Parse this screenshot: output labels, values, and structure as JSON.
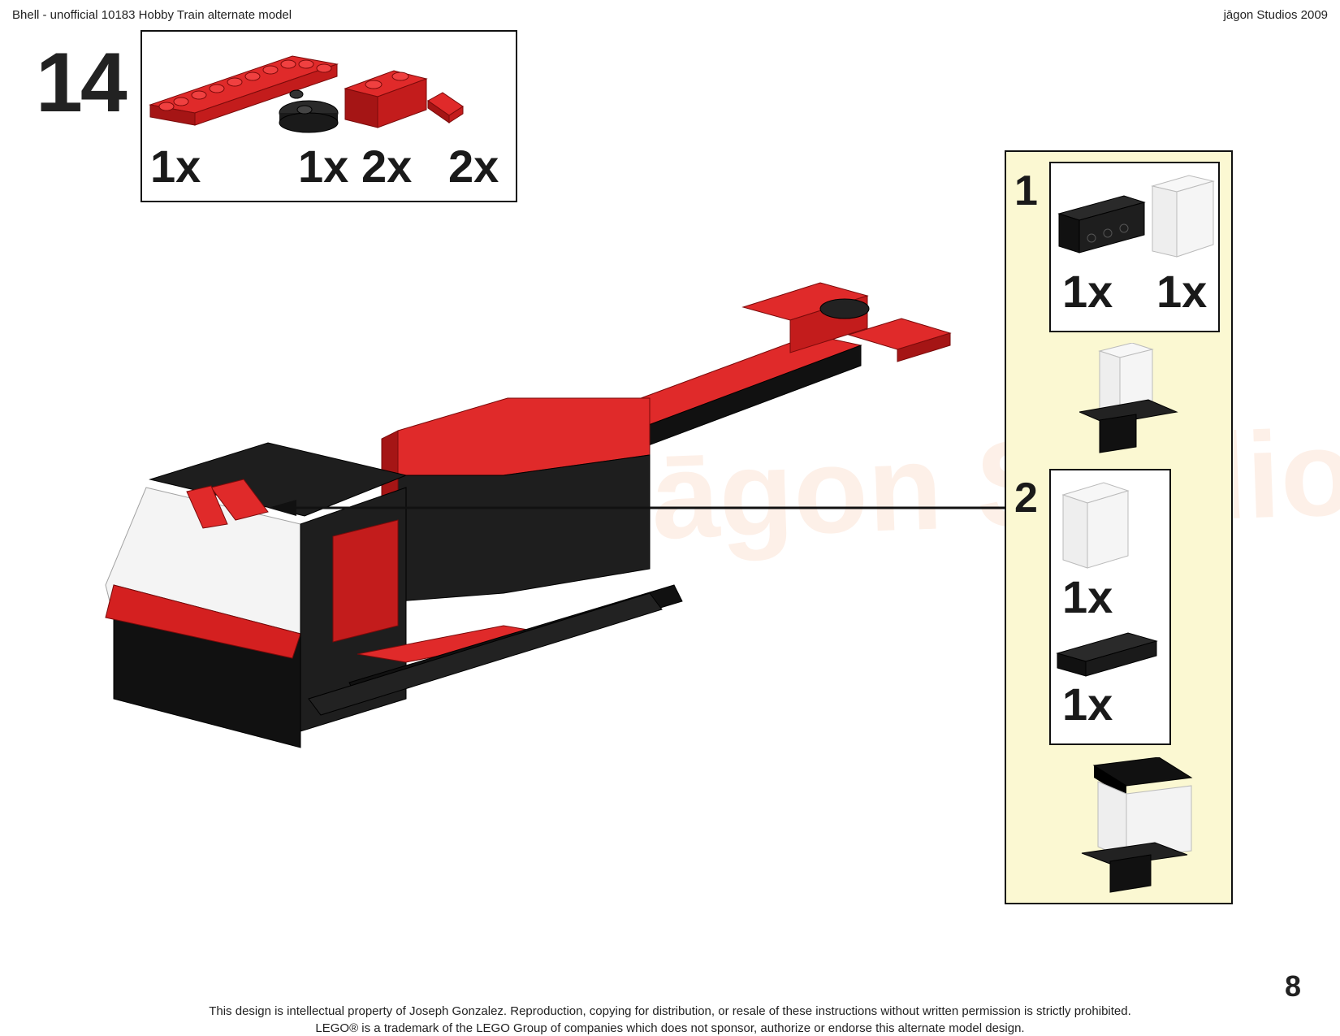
{
  "header": {
    "title": "Bhell - unofficial 10183 Hobby Train alternate model",
    "studio": "jāgon Studios 2009"
  },
  "step": {
    "number": "14",
    "parts": [
      {
        "qty": "1x",
        "color": "red"
      },
      {
        "qty": "1x",
        "color": "black"
      },
      {
        "qty": "2x",
        "color": "red"
      },
      {
        "qty": "2x",
        "color": "red"
      }
    ]
  },
  "subassembly": {
    "steps": [
      {
        "number": "1",
        "parts": [
          {
            "qty": "1x"
          },
          {
            "qty": "1x"
          }
        ]
      },
      {
        "number": "2",
        "parts": [
          {
            "qty": "1x"
          },
          {
            "qty": "1x"
          }
        ]
      }
    ]
  },
  "watermark": "jāgon Studios",
  "page_number": "8",
  "footer": {
    "line1": "This design is intellectual property of Joseph Gonzalez.  Reproduction, copying for distribution, or resale of these instructions without written permission is strictly prohibited.",
    "line2": "LEGO® is a trademark of the LEGO Group of companies which does not sponsor, authorize or endorse this alternate model design."
  },
  "colors": {
    "brick_red": "#d42020",
    "brick_black": "#1e1e1e",
    "panel_bg": "#fbf8d2",
    "trans_clear": "#f2f2f2"
  }
}
